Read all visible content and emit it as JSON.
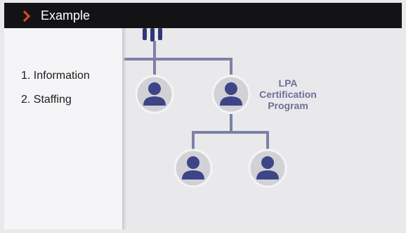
{
  "header": {
    "title": "Example",
    "chevron_icon": "chevron-right-icon",
    "accent": "#e8452a"
  },
  "sidebar": {
    "items": [
      {
        "label": "1. Information"
      },
      {
        "label": "2. Staffing"
      }
    ]
  },
  "org_chart": {
    "caption_lines": [
      "LPA",
      "Certification",
      "Program"
    ],
    "node_icon": "person-icon",
    "line_color": "#7d81a8",
    "node_color": "#3d4587"
  }
}
